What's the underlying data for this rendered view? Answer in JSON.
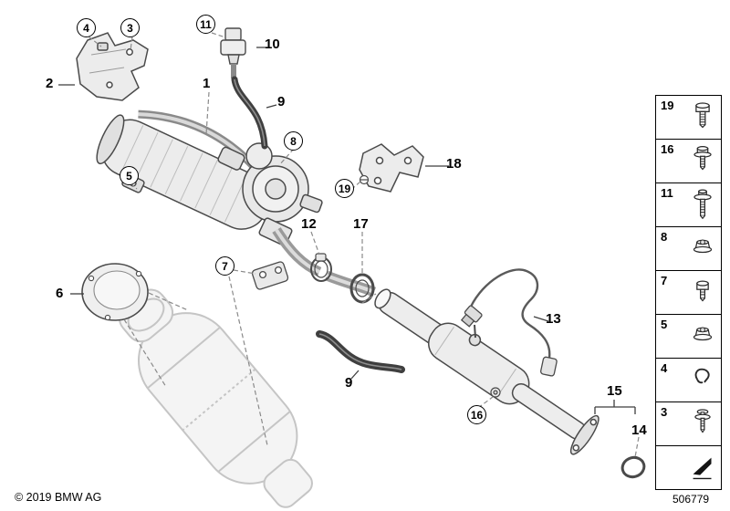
{
  "meta": {
    "copyright": "© 2019 BMW AG",
    "diagram_number": "506779",
    "background_color": "#ffffff",
    "line_color": "#3f3f3f"
  },
  "callouts": [
    {
      "label": "4",
      "style": "circled"
    },
    {
      "label": "3",
      "style": "circled"
    },
    {
      "label": "11",
      "style": "circled"
    },
    {
      "label": "10",
      "style": "plain"
    },
    {
      "label": "2",
      "style": "plain"
    },
    {
      "label": "1",
      "style": "plain"
    },
    {
      "label": "9",
      "style": "plain"
    },
    {
      "label": "8",
      "style": "circled"
    },
    {
      "label": "18",
      "style": "plain"
    },
    {
      "label": "19",
      "style": "circled"
    },
    {
      "label": "5",
      "style": "circled"
    },
    {
      "label": "12",
      "style": "plain"
    },
    {
      "label": "17",
      "style": "plain"
    },
    {
      "label": "7",
      "style": "circled"
    },
    {
      "label": "6",
      "style": "plain"
    },
    {
      "label": "13",
      "style": "plain"
    },
    {
      "label": "9",
      "style": "plain"
    },
    {
      "label": "16",
      "style": "circled"
    },
    {
      "label": "15",
      "style": "plain"
    },
    {
      "label": "14",
      "style": "plain"
    }
  ],
  "legend": {
    "items": [
      {
        "number": "19",
        "icon": "hex-bolt-icon"
      },
      {
        "number": "16",
        "icon": "flange-bolt-icon"
      },
      {
        "number": "11",
        "icon": "washer-bolt-icon"
      },
      {
        "number": "8",
        "icon": "flange-nut-icon"
      },
      {
        "number": "7",
        "icon": "short-bolt-icon"
      },
      {
        "number": "5",
        "icon": "flange-nut-icon"
      },
      {
        "number": "4",
        "icon": "retaining-clip-icon"
      },
      {
        "number": "3",
        "icon": "screw-washer-icon"
      },
      {
        "number": "",
        "icon": "wedge-marker-icon"
      }
    ]
  }
}
